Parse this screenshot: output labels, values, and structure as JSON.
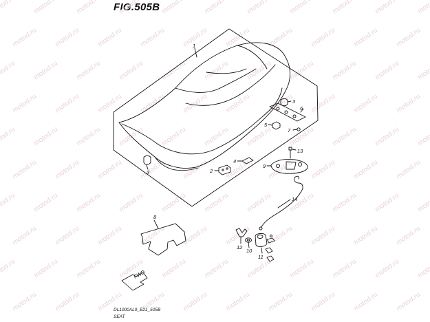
{
  "figure": {
    "title": "FIG.505B",
    "code": "DL1000AL9_E21_505B",
    "name": "SEAT"
  },
  "watermark": "motod.ru",
  "arrow_label": "FWD",
  "callouts": [
    {
      "id": "1",
      "text": "1"
    },
    {
      "id": "2",
      "text": "2"
    },
    {
      "id": "3a",
      "text": "3"
    },
    {
      "id": "3b",
      "text": "3"
    },
    {
      "id": "4",
      "text": "4"
    },
    {
      "id": "5",
      "text": "5"
    },
    {
      "id": "6",
      "text": "6"
    },
    {
      "id": "7",
      "text": "7"
    },
    {
      "id": "8",
      "text": "8"
    },
    {
      "id": "9",
      "text": "9"
    },
    {
      "id": "10",
      "text": "10"
    },
    {
      "id": "11",
      "text": "11"
    },
    {
      "id": "12",
      "text": "12"
    },
    {
      "id": "13",
      "text": "13"
    },
    {
      "id": "14",
      "text": "14"
    }
  ],
  "colors": {
    "line": "#111111",
    "watermark": "#e9d4d4"
  }
}
